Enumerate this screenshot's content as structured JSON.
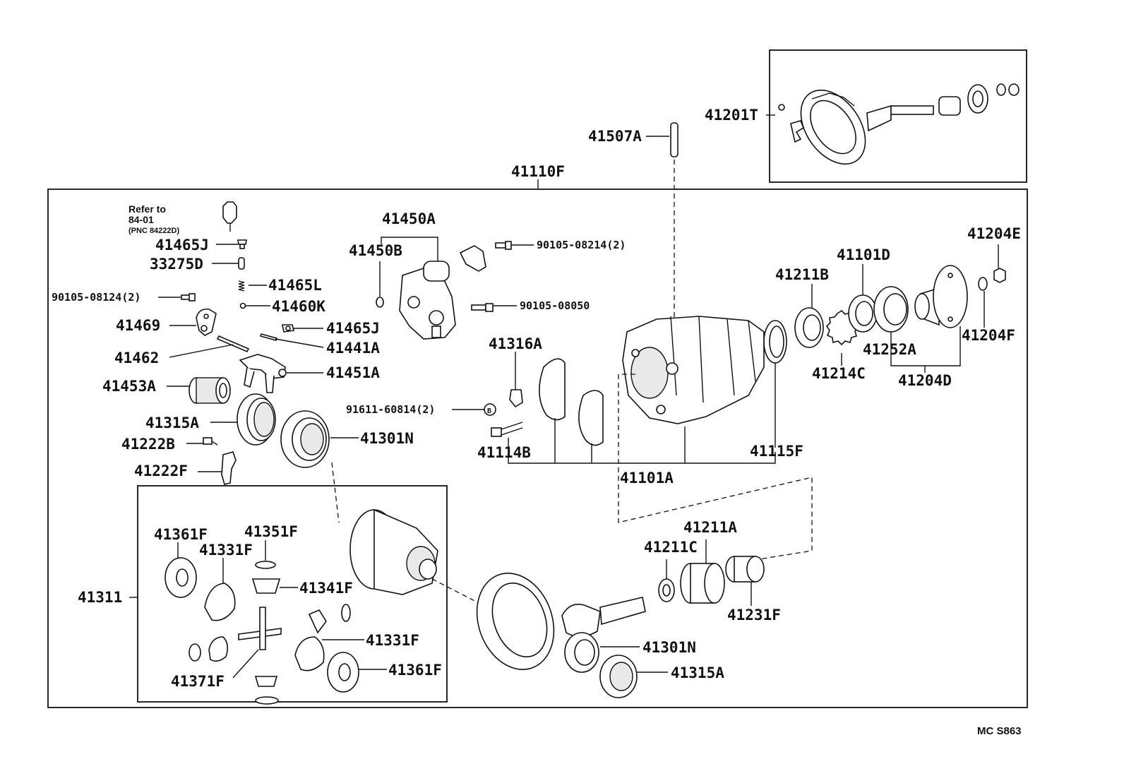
{
  "refer_note": {
    "line1": "Refer to",
    "line2": "84-01",
    "line3": "(PNC 84222D)"
  },
  "labels": {
    "p41201T": "41201T",
    "p41507A": "41507A",
    "p41110F": "41110F",
    "p41450A": "41450A",
    "p41450B": "41450B",
    "p90105_08214": "90105-08214(2)",
    "p90105_08050": "90105-08050",
    "p41465J_a": "41465J",
    "p33275D": "33275D",
    "p41465L": "41465L",
    "p41460K": "41460K",
    "p90105_08124": "90105-08124(2)",
    "p41469": "41469",
    "p41465J_b": "41465J",
    "p41441A": "41441A",
    "p41462": "41462",
    "p41451A": "41451A",
    "p41453A": "41453A",
    "p41315A_a": "41315A",
    "p41301N_a": "41301N",
    "p41222B": "41222B",
    "p41222F": "41222F",
    "p41316A": "41316A",
    "p91611_60814": "91611-60814(2)",
    "p41114B": "41114B",
    "p41101A": "41101A",
    "p41115F": "41115F",
    "p41211B": "41211B",
    "p41101D": "41101D",
    "p41204E": "41204E",
    "p41214C": "41214C",
    "p41252A": "41252A",
    "p41204D": "41204D",
    "p41204F": "41204F",
    "p41311": "41311",
    "p41361F_a": "41361F",
    "p41351F": "41351F",
    "p41331F_a": "41331F",
    "p41341F": "41341F",
    "p41331F_b": "41331F",
    "p41371F": "41371F",
    "p41361F_b": "41361F",
    "p41211A": "41211A",
    "p41211C": "41211C",
    "p41231F": "41231F",
    "p41301N_b": "41301N",
    "p41315A_b": "41315A"
  },
  "footer_code": "MC S863"
}
